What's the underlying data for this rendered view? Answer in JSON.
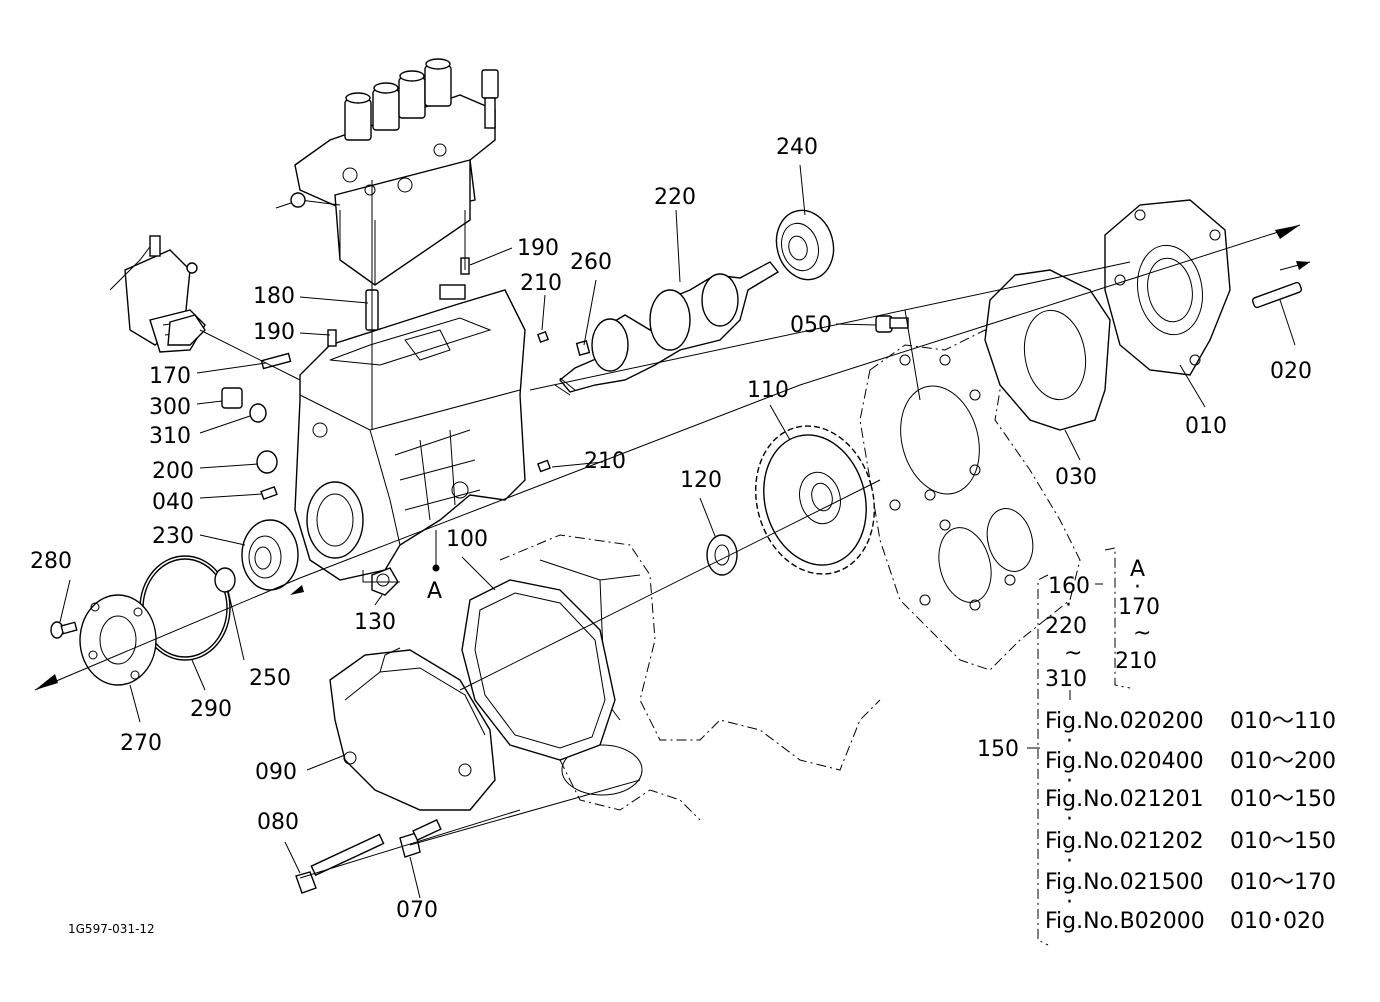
{
  "diagram": {
    "drawing_code": "1G597-031-12",
    "point_label": "A",
    "callouts": {
      "p010": "010",
      "p020": "020",
      "p030": "030",
      "p040": "040",
      "p050": "050",
      "p070": "070",
      "p080": "080",
      "p090": "090",
      "p100": "100",
      "p110": "110",
      "p120": "120",
      "p130": "130",
      "p150": "150",
      "p170": "170",
      "p180": "180",
      "p190a": "190",
      "p190b": "190",
      "p200": "200",
      "p210a": "210",
      "p210b": "210",
      "p220": "220",
      "p230": "230",
      "p240": "240",
      "p250": "250",
      "p260": "260",
      "p270": "270",
      "p280": "280",
      "p290": "290",
      "p300": "300",
      "p310": "310"
    },
    "group_bracket": {
      "left": {
        "top": "160",
        "mid": "220",
        "tilde": "~",
        "bottom": "310"
      },
      "right": {
        "top": "A",
        "mid": "170",
        "tilde": "~",
        "bottom": "210"
      }
    },
    "figure_refs": [
      {
        "fig": "Fig.No.020200",
        "range": "010～110"
      },
      {
        "fig": "Fig.No.020400",
        "range": "010～200"
      },
      {
        "fig": "Fig.No.021201",
        "range": "010～150"
      },
      {
        "fig": "Fig.No.021202",
        "range": "010～150"
      },
      {
        "fig": "Fig.No.021500",
        "range": "010～170"
      },
      {
        "fig": "Fig.No.B02000",
        "range": "010･020"
      }
    ]
  }
}
